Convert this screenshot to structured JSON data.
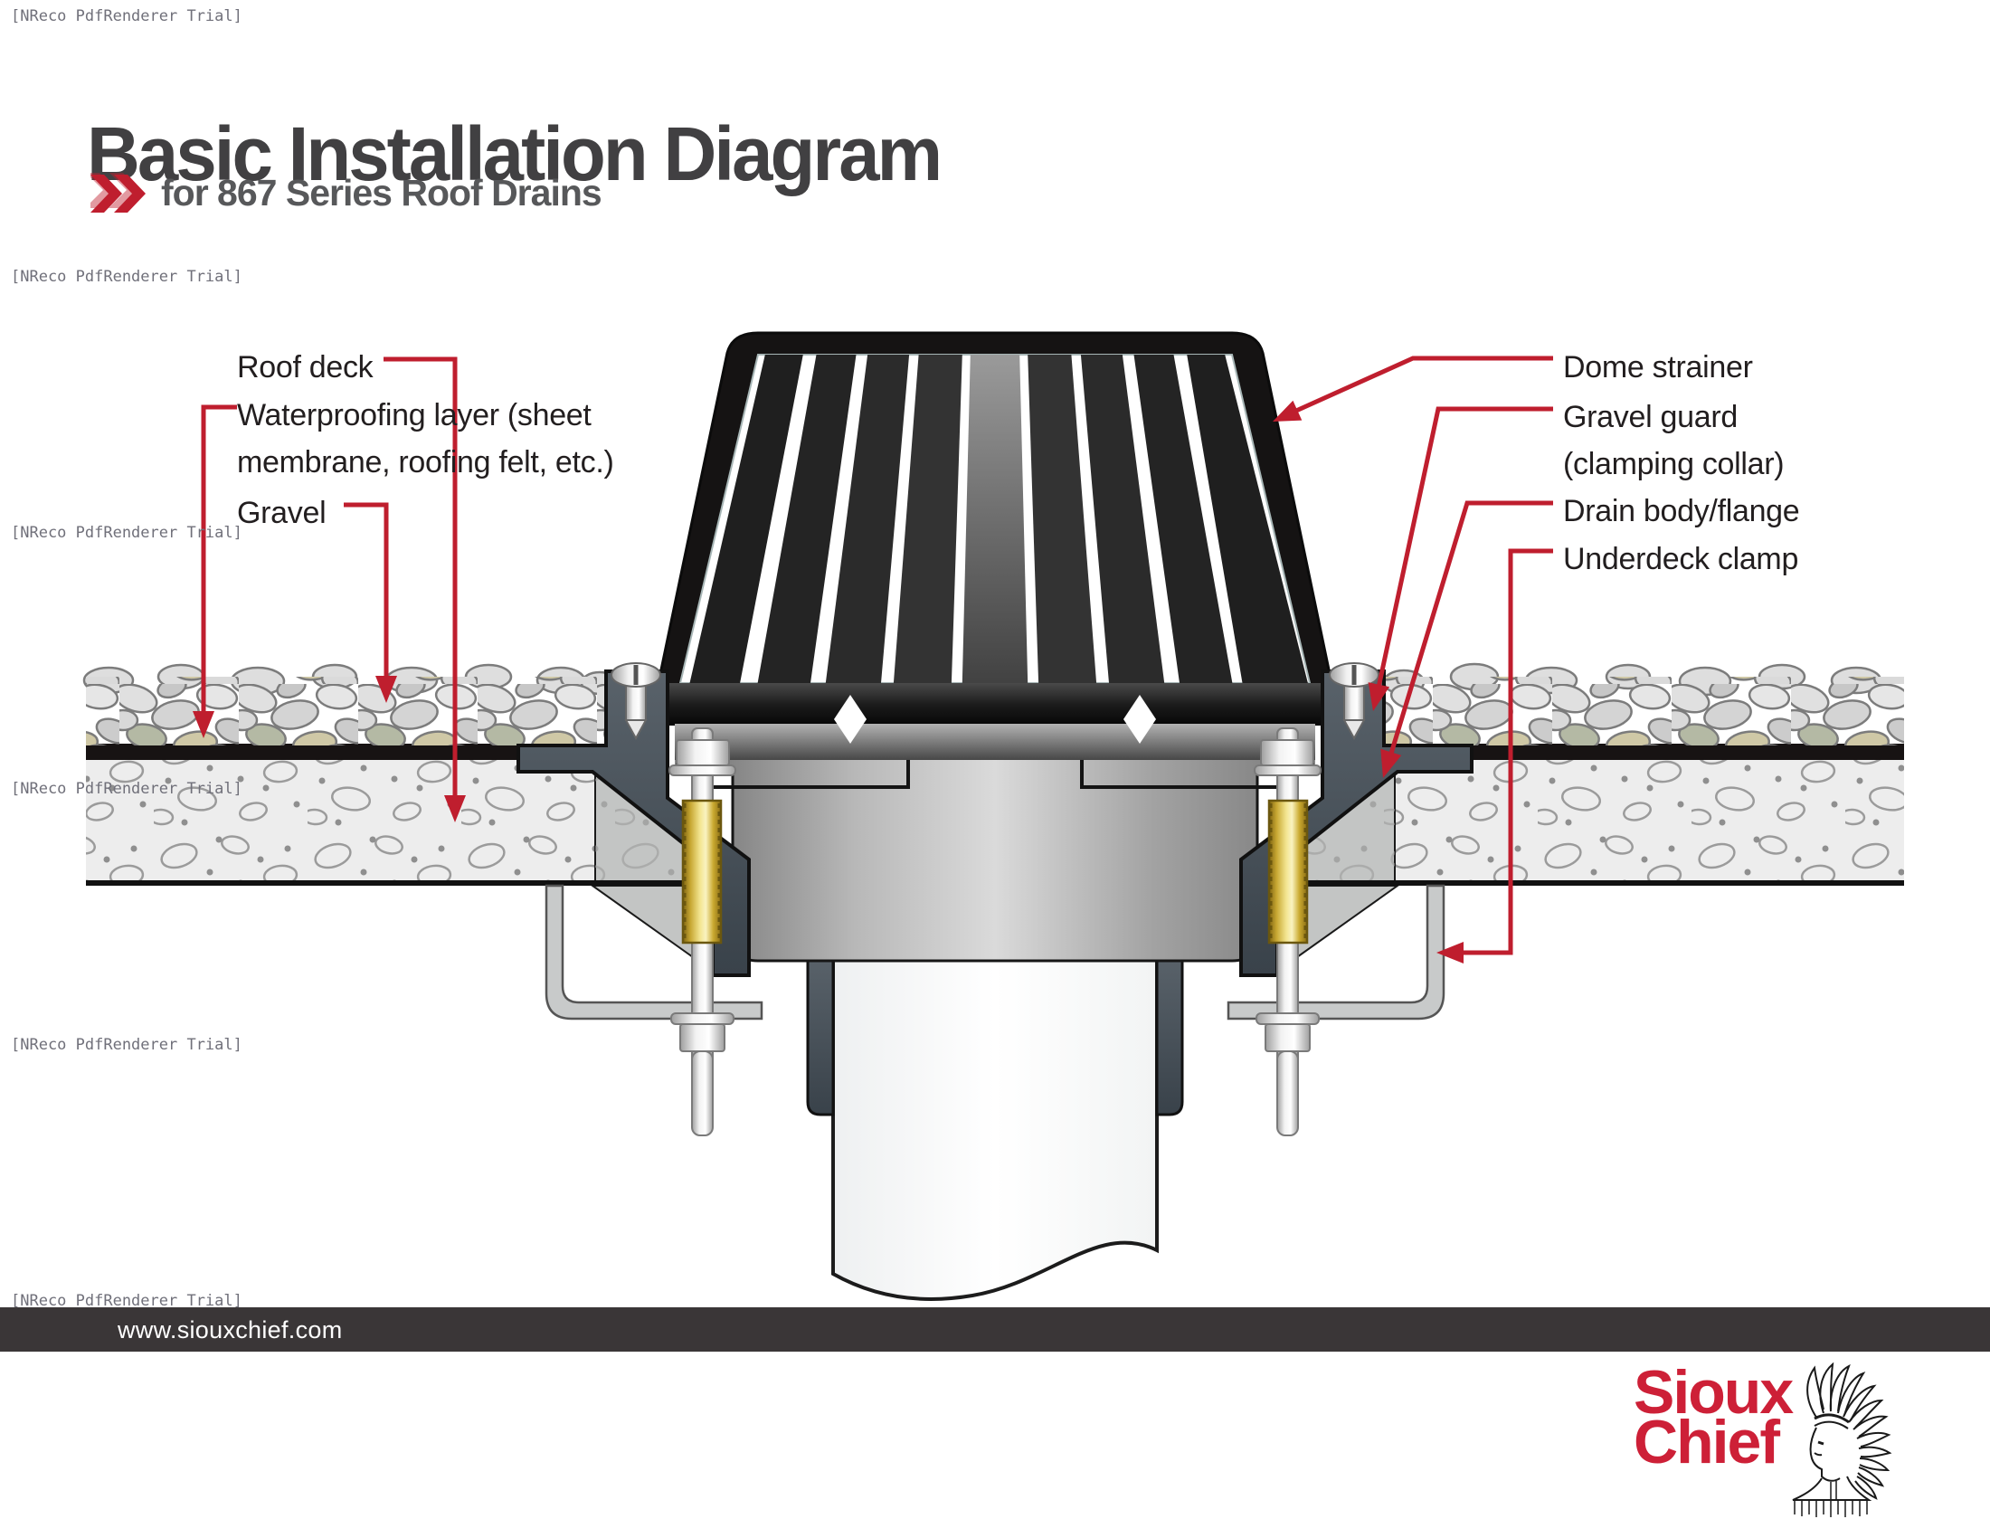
{
  "watermark": {
    "text": "[NReco PdfRenderer Trial]"
  },
  "header": {
    "title": "Basic Installation Diagram",
    "subtitle": "for 867 Series Roof Drains"
  },
  "labels": {
    "left": {
      "roof_deck": "Roof deck",
      "waterproofing_line1": "Waterproofing layer (sheet",
      "waterproofing_line2": "membrane, roofing felt, etc.)",
      "gravel": "Gravel"
    },
    "right": {
      "dome_strainer": "Dome strainer",
      "gravel_guard_line1": "Gravel guard",
      "gravel_guard_line2": "(clamping collar)",
      "drain_body": "Drain body/flange",
      "underdeck_clamp": "Underdeck clamp"
    }
  },
  "footer": {
    "url": "www.siouxchief.com"
  },
  "logo": {
    "line1": "Sioux",
    "line2": "Chief"
  },
  "colors": {
    "accent_red": "#bf1e2e",
    "logo_red": "#cd2037",
    "title_gray": "#414042",
    "subtitle_gray": "#57585a",
    "label_black": "#221e1f",
    "footer_bar": "#3a3637",
    "drain_charcoal": "#4d565c",
    "brass": "#e6d36b"
  }
}
